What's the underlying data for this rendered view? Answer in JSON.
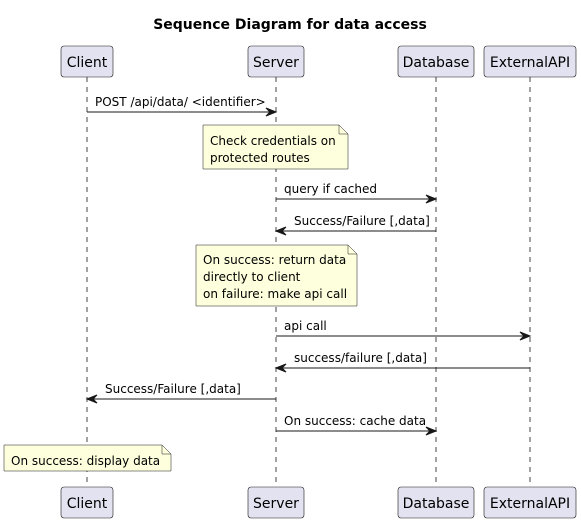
{
  "diagram": {
    "title": "Sequence Diagram for data access",
    "participants": [
      {
        "id": "client",
        "label": "Client"
      },
      {
        "id": "server",
        "label": "Server"
      },
      {
        "id": "database",
        "label": "Database"
      },
      {
        "id": "externalapi",
        "label": "ExternalAPI"
      }
    ],
    "messages": [
      {
        "from": "client",
        "to": "server",
        "label": "POST /api/data/ <identifier>",
        "style": "solid"
      },
      {
        "from": "server",
        "to": "database",
        "label": "query if cached",
        "style": "solid"
      },
      {
        "from": "database",
        "to": "server",
        "label": "Success/Failure [,data]",
        "style": "solid"
      },
      {
        "from": "server",
        "to": "externalapi",
        "label": "api call",
        "style": "solid"
      },
      {
        "from": "externalapi",
        "to": "server",
        "label": "success/failure [,data]",
        "style": "solid"
      },
      {
        "from": "server",
        "to": "client",
        "label": "Success/Failure [,data]",
        "style": "solid"
      },
      {
        "from": "server",
        "to": "database",
        "label": "On success: cache data",
        "style": "solid"
      }
    ],
    "notes": [
      {
        "over": "server",
        "lines": [
          "Check credentials on",
          "protected routes"
        ]
      },
      {
        "over": "server",
        "lines": [
          "On success: return data",
          "directly to client",
          "on failure: make api call"
        ]
      },
      {
        "over": "client",
        "lines": [
          "On success: display data"
        ]
      }
    ],
    "colors": {
      "participant_fill": "#E2E2F0",
      "participant_border": "#181818",
      "note_fill": "#FEFFDD",
      "note_border": "#181818",
      "line": "#181818",
      "lifeline": "#181818"
    }
  }
}
